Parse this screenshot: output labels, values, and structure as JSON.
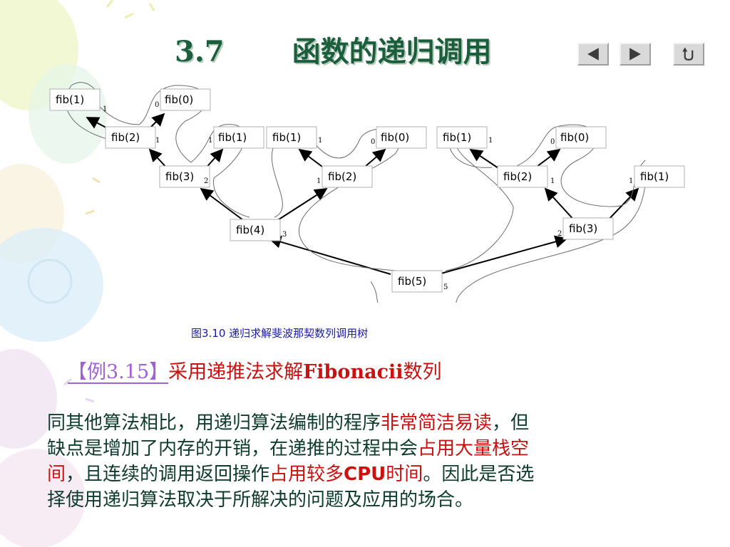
{
  "slide": {
    "section_number": "3.7",
    "title": "函数的递归调用",
    "nav": {
      "prev_icon": "left-triangle-icon",
      "next_icon": "right-triangle-icon",
      "return_icon": "u-turn-icon"
    }
  },
  "diagram": {
    "nodes": [
      {
        "id": "n1",
        "label": "fib(1)",
        "value": "1"
      },
      {
        "id": "n2",
        "label": "fib(0)",
        "value": "0"
      },
      {
        "id": "n3",
        "label": "fib(2)",
        "value": "1"
      },
      {
        "id": "n4",
        "label": "fib(1)",
        "value": "1"
      },
      {
        "id": "n5",
        "label": "fib(3)",
        "value": "2"
      },
      {
        "id": "n6",
        "label": "fib(1)",
        "value": "1"
      },
      {
        "id": "n7",
        "label": "fib(0)",
        "value": "0"
      },
      {
        "id": "n8",
        "label": "fib(2)",
        "value": "1"
      },
      {
        "id": "n9",
        "label": "fib(4)",
        "value": "3"
      },
      {
        "id": "n10",
        "label": "fib(1)",
        "value": "1"
      },
      {
        "id": "n11",
        "label": "fib(0)",
        "value": "0"
      },
      {
        "id": "n12",
        "label": "fib(2)",
        "value": "1"
      },
      {
        "id": "n13",
        "label": "fib(1)",
        "value": "1"
      },
      {
        "id": "n14",
        "label": "fib(3)",
        "value": "2"
      },
      {
        "id": "n15",
        "label": "fib(5)",
        "value": "5"
      }
    ],
    "caption": "图3.10  递归求解斐波那契数列调用树"
  },
  "example": {
    "link_label": "【例3.15】",
    "title_prefix": "采用递推法求解",
    "title_bold": "Fibonacii",
    "title_suffix": "数列"
  },
  "paragraph": {
    "l1a": "同其他算法相比，用递归算法编制的程序",
    "l1b": "非常简洁易读",
    "l1c": "，但",
    "l2a": "缺点是增加了内存的开销，在递推的过程中会",
    "l2b": "占用大量栈空",
    "l3a": "间",
    "l3b": "，且连续的调用返回操作",
    "l3c": "占用较多",
    "l3d": "CPU",
    "l3e": "时间",
    "l3f": "。因此是否选",
    "l4": "择使用递归算法取决于所解决的问题及应用的场合。"
  },
  "colors": {
    "title": "#1b5e3b",
    "body_text": "#0d3b2e",
    "highlight": "#cc1111",
    "caption": "#1a1aa6",
    "link": "#a060d8"
  }
}
